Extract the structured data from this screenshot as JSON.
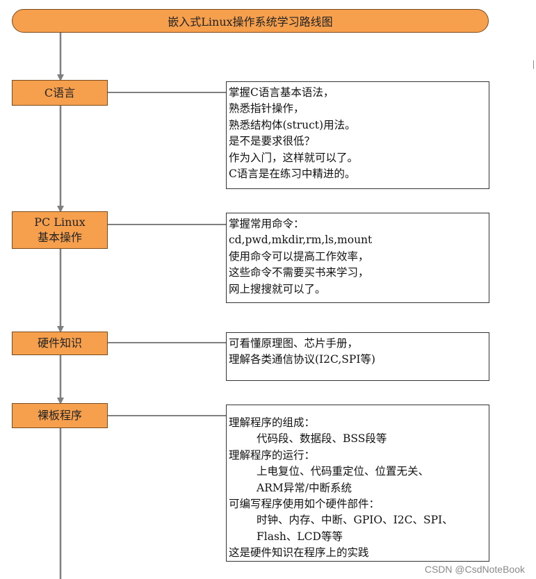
{
  "title": "嵌入式Linux操作系统学习路线图",
  "steps": [
    {
      "label_lines": [
        "C语言"
      ],
      "desc_lines": [
        {
          "text": "掌握C语言基本语法，",
          "indent": false
        },
        {
          "text": "熟悉指针操作，",
          "indent": false
        },
        {
          "text": "熟悉结构体(struct)用法。",
          "indent": false
        },
        {
          "text": "是不是要求很低？",
          "indent": false
        },
        {
          "text": "作为入门，这样就可以了。",
          "indent": false
        },
        {
          "text": "C语言是在练习中精进的。",
          "indent": false
        }
      ]
    },
    {
      "label_lines": [
        "PC Linux",
        "基本操作"
      ],
      "desc_lines": [
        {
          "text": "掌握常用命令：",
          "indent": false
        },
        {
          "text": "cd,pwd,mkdir,rm,ls,mount",
          "indent": false
        },
        {
          "text": "使用命令可以提高工作效率，",
          "indent": false
        },
        {
          "text": "这些命令不需要买书来学习，",
          "indent": false
        },
        {
          "text": "网上搜搜就可以了。",
          "indent": false
        }
      ]
    },
    {
      "label_lines": [
        "硬件知识"
      ],
      "desc_lines": [
        {
          "text": "可看懂原理图、芯片手册，",
          "indent": false
        },
        {
          "text": "理解各类通信协议(I2C,SPI等)",
          "indent": false
        }
      ]
    },
    {
      "label_lines": [
        "裸板程序"
      ],
      "desc_lines": [
        {
          "text": "理解程序的组成：",
          "indent": false
        },
        {
          "text": "代码段、数据段、BSS段等",
          "indent": true
        },
        {
          "text": "理解程序的运行：",
          "indent": false
        },
        {
          "text": "上电复位、代码重定位、位置无关、",
          "indent": true
        },
        {
          "text": "ARM异常/中断系统",
          "indent": true
        },
        {
          "text": "可编写程序使用如个硬件部件：",
          "indent": false
        },
        {
          "text": "时钟、内存、中断、GPIO、I2C、SPI、",
          "indent": true
        },
        {
          "text": "Flash、LCD等等",
          "indent": true
        },
        {
          "text": "这是硬件知识在程序上的实践",
          "indent": false
        }
      ]
    }
  ],
  "watermark": "CSDN @CsdNoteBook",
  "edge_mark": "│",
  "colors": {
    "node_fill": "#f6a04d",
    "node_border": "#7a4a1a",
    "line": "#7f7f7f"
  }
}
